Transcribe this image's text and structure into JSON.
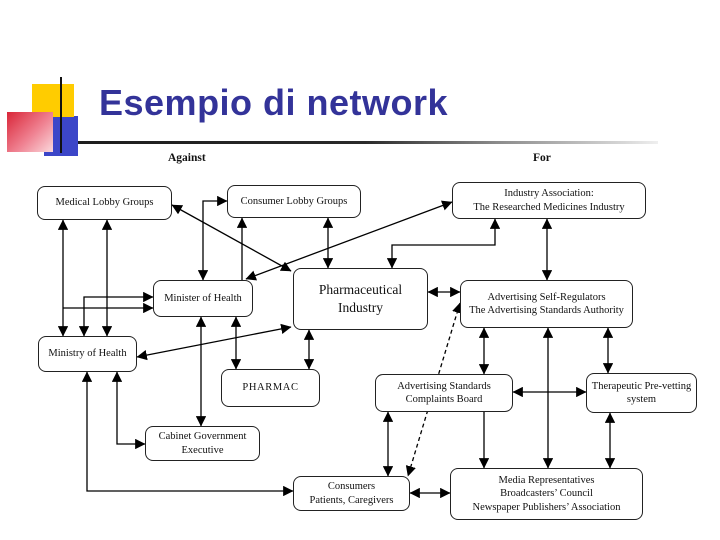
{
  "title": "Esempio di network",
  "labels": {
    "against": "Against",
    "for": "For"
  },
  "nodes": {
    "medical_lobby_groups": {
      "l1": "Medical Lobby Groups"
    },
    "consumer_lobby_groups": {
      "l1": "Consumer Lobby Groups"
    },
    "industry_association": {
      "l1": "Industry Association:",
      "l2": "The Researched Medicines Industry"
    },
    "minister_of_health": {
      "l1": "Minister of Health"
    },
    "pharmaceutical_industry": {
      "l1": "Pharmaceutical",
      "l2": "Industry"
    },
    "advertising_self_regulators": {
      "l1": "Advertising Self-Regulators",
      "l2": "The Advertising Standards Authority"
    },
    "ministry_of_health": {
      "l1": "Ministry of Health"
    },
    "pharmac": {
      "l1": "PHARMAC"
    },
    "advertising_standards_complaints_board": {
      "l1": "Advertising Standards",
      "l2": "Complaints Board"
    },
    "therapeutic_pre_vetting_system": {
      "l1": "Therapeutic Pre-vetting",
      "l2": "system"
    },
    "cabinet_government_executive": {
      "l1": "Cabinet Government",
      "l2": "Executive"
    },
    "consumers_patients_caregivers": {
      "l1": "Consumers",
      "l2": "Patients, Caregivers"
    },
    "media_representatives": {
      "l1": "Media Representatives",
      "l2": "Broadcasters’ Council",
      "l3": "Newspaper Publishers’ Association"
    }
  },
  "edges": [
    {
      "from": "medical_lobby_groups",
      "to": "ministry_of_health",
      "heads": "both",
      "style": "solid"
    },
    {
      "from": "medical_lobby_groups",
      "to": "ministry_of_health",
      "heads": "both",
      "style": "solid"
    },
    {
      "from": "minister_of_health",
      "to": "ministry_of_health",
      "heads": "both",
      "style": "solid"
    },
    {
      "from": "ministry_of_health",
      "to": "minister_of_health",
      "heads": "end",
      "style": "solid"
    },
    {
      "from": "medical_lobby_groups",
      "to": "pharmaceutical_industry",
      "heads": "both",
      "style": "solid"
    },
    {
      "from": "consumer_lobby_groups",
      "to": "minister_of_health",
      "heads": "both",
      "style": "solid"
    },
    {
      "from": "minister_of_health",
      "to": "consumer_lobby_groups",
      "heads": "end",
      "style": "solid"
    },
    {
      "from": "minister_of_health",
      "to": "industry_association",
      "heads": "both",
      "style": "solid"
    },
    {
      "from": "consumer_lobby_groups",
      "to": "pharmaceutical_industry",
      "heads": "both",
      "style": "solid"
    },
    {
      "from": "industry_association",
      "to": "pharmaceutical_industry",
      "heads": "both",
      "style": "solid"
    },
    {
      "from": "industry_association",
      "to": "advertising_self_regulators",
      "heads": "both",
      "style": "solid"
    },
    {
      "from": "pharmaceutical_industry",
      "to": "advertising_self_regulators",
      "heads": "both",
      "style": "solid"
    },
    {
      "from": "ministry_of_health",
      "to": "pharmaceutical_industry",
      "heads": "both",
      "style": "solid"
    },
    {
      "from": "minister_of_health",
      "to": "cabinet_government_executive",
      "heads": "both",
      "style": "solid"
    },
    {
      "from": "minister_of_health",
      "to": "pharmac",
      "heads": "both",
      "style": "solid"
    },
    {
      "from": "pharmaceutical_industry",
      "to": "pharmac",
      "heads": "both",
      "style": "solid"
    },
    {
      "from": "advertising_self_regulators",
      "to": "advertising_standards_complaints_board",
      "heads": "both",
      "style": "solid"
    },
    {
      "from": "advertising_self_regulators",
      "to": "therapeutic_pre_vetting_system",
      "heads": "both",
      "style": "solid"
    },
    {
      "from": "advertising_self_regulators",
      "to": "media_representatives",
      "heads": "both",
      "style": "solid"
    },
    {
      "from": "advertising_standards_complaints_board",
      "to": "therapeutic_pre_vetting_system",
      "heads": "both",
      "style": "solid"
    },
    {
      "from": "advertising_standards_complaints_board",
      "to": "consumers_patients_caregivers",
      "heads": "both",
      "style": "solid"
    },
    {
      "from": "advertising_standards_complaints_board",
      "to": "media_representatives",
      "heads": "end",
      "style": "solid"
    },
    {
      "from": "therapeutic_pre_vetting_system",
      "to": "media_representatives",
      "heads": "both",
      "style": "solid"
    },
    {
      "from": "consumers_patients_caregivers",
      "to": "media_representatives",
      "heads": "both",
      "style": "solid"
    },
    {
      "from": "ministry_of_health",
      "to": "consumers_patients_caregivers",
      "heads": "both",
      "style": "solid"
    },
    {
      "from": "ministry_of_health",
      "to": "cabinet_government_executive",
      "heads": "both",
      "style": "solid"
    },
    {
      "from": "advertising_self_regulators",
      "to": "consumers_patients_caregivers",
      "heads": "both",
      "style": "dashed"
    }
  ],
  "colors": {
    "title": "#333399",
    "accent_yellow": "#ffcc00",
    "accent_blue": "#3c46c8",
    "accent_red": "#d92638",
    "line": "#000000"
  }
}
